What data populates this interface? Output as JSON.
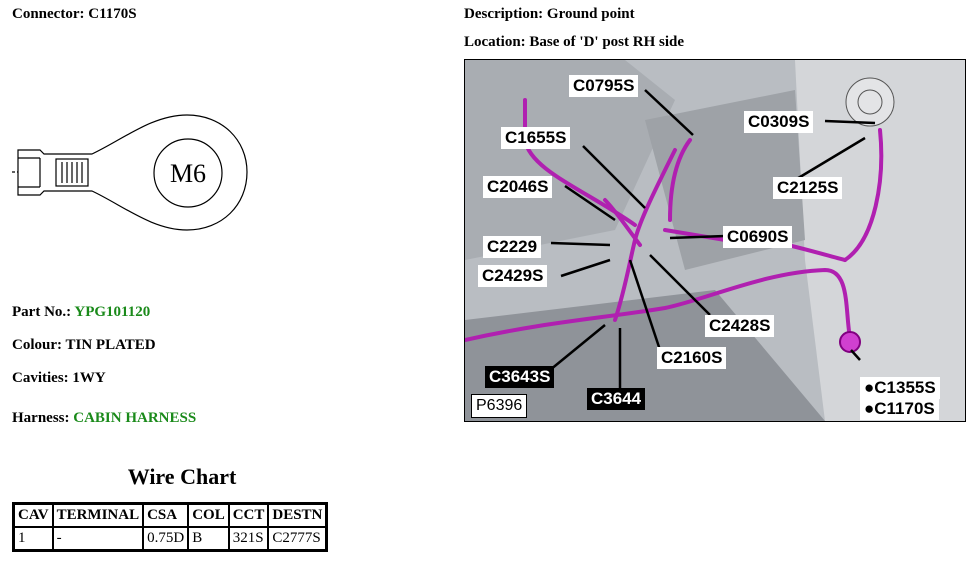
{
  "connector": {
    "label": "Connector:",
    "value": "C1170S"
  },
  "description": {
    "label": "Description:",
    "value": "Ground point"
  },
  "location": {
    "label": "Location:",
    "value": "Base of 'D' post RH side"
  },
  "drawing": {
    "stud_label": "M6"
  },
  "part_no": {
    "label": "Part No.:",
    "value": "YPG101120"
  },
  "colour": {
    "label": "Colour:",
    "value": "TIN PLATED"
  },
  "cavities": {
    "label": "Cavities:",
    "value": "1WY"
  },
  "harness": {
    "label": "Harness:",
    "value": "CABIN HARNESS"
  },
  "photo": {
    "ref": "P6396",
    "callouts": [
      "C0795S",
      "C1655S",
      "C2046S",
      "C2229",
      "C2429S",
      "C0309S",
      "C2125S",
      "C0690S",
      "C2428S",
      "C2160S",
      "C3643S",
      "C3644",
      "●C1355S",
      "●C1170S"
    ]
  },
  "wire_chart": {
    "title": "Wire Chart",
    "headers": [
      "CAV",
      "TERMINAL",
      "CSA",
      "COL",
      "CCT",
      "DESTN"
    ],
    "rows": [
      [
        "1",
        "-",
        "0.75D",
        "B",
        "321S",
        "C2777S"
      ]
    ]
  },
  "colors": {
    "link_green": "#1a8a1a",
    "harness_magenta": "#b020b0"
  }
}
